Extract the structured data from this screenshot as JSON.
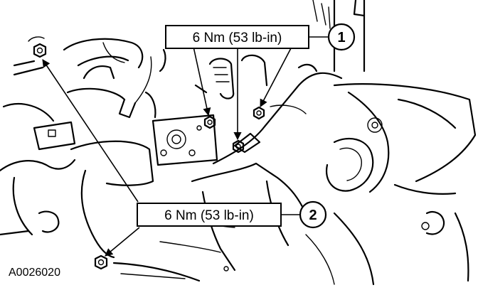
{
  "callouts": [
    {
      "number": "1",
      "torque": "6 Nm (53 lb-in)"
    },
    {
      "number": "2",
      "torque": "6 Nm (53 lb-in)"
    }
  ],
  "figure_id": "A0026020",
  "icons": [
    "hex-nut-icon",
    "arrow-icon"
  ],
  "ink_color": "#000000",
  "background_color": "#ffffff"
}
